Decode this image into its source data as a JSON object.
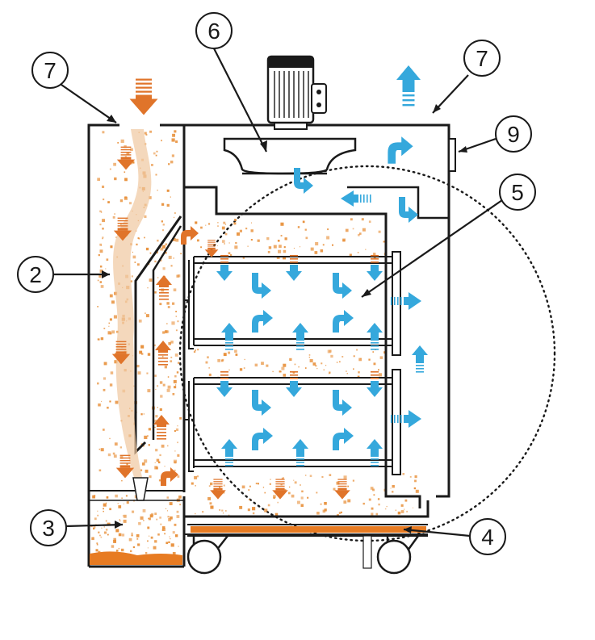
{
  "callouts": [
    {
      "id": "c7a",
      "number": "7"
    },
    {
      "id": "c6",
      "number": "6"
    },
    {
      "id": "c7b",
      "number": "7"
    },
    {
      "id": "c9",
      "number": "9"
    },
    {
      "id": "c5",
      "number": "5"
    },
    {
      "id": "c2",
      "number": "2"
    },
    {
      "id": "c3",
      "number": "3"
    },
    {
      "id": "c4",
      "number": "4"
    }
  ],
  "colors": {
    "outline": "#1a1a1a",
    "dirty_air_arrow": "#e0742a",
    "clean_air_arrow": "#35a8dc",
    "dust": "#e8913c",
    "dust_bin": "#e77b22",
    "funnel_stream": "#f0c8a0"
  },
  "icons": [
    "arrow-down-icon",
    "arrow-up-icon",
    "arrow-right-icon",
    "arrow-curve-icon",
    "motor-icon",
    "fan-icon",
    "wheel-icon"
  ]
}
